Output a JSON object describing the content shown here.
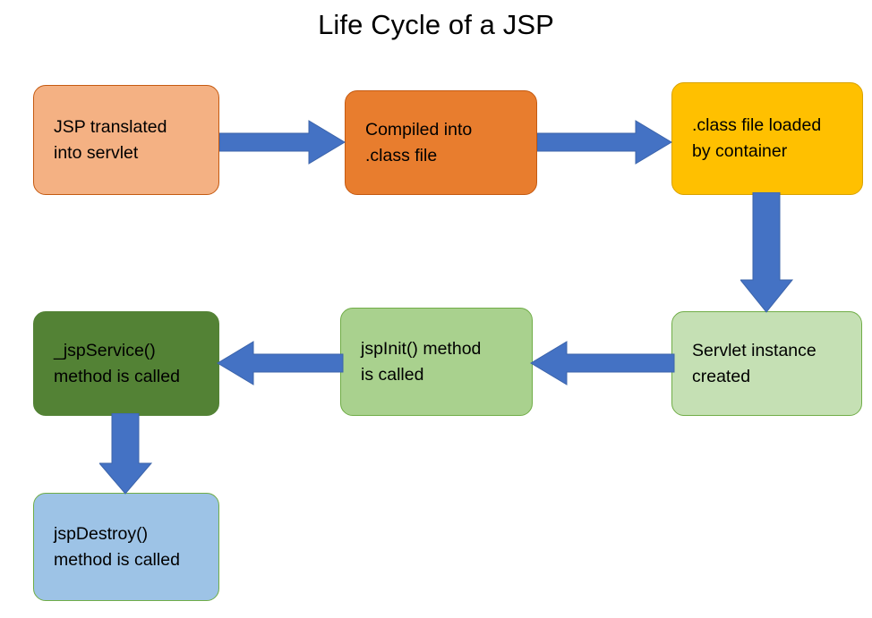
{
  "page": {
    "title": "Life Cycle of a JSP",
    "background_color": "#FFFFFF"
  },
  "palette": {
    "arrow_blue": "#4472C4",
    "arrow_blue_border": "#3C64AA",
    "salmon_fill": "#F4B183",
    "salmon_border": "#C55A11",
    "orange_fill": "#E87D2E",
    "orange_border": "#C55A11",
    "yellow_fill": "#FFC000",
    "yellow_border": "#D9A200",
    "pale_green_fill": "#C5E0B4",
    "pale_green_border": "#70AD47",
    "green_fill": "#A9D18E",
    "green_border": "#70AD47",
    "dark_green_fill": "#538235",
    "dark_green_border": "#538235",
    "blue_fill": "#9DC3E6",
    "blue_border": "#70AD47",
    "text_color": "#000000"
  },
  "diagram": {
    "type": "flowchart",
    "nodes": [
      {
        "id": "translate",
        "label": "JSP translated\ninto servlet",
        "fill": "#F4B183",
        "border": "#C55A11",
        "step": 1
      },
      {
        "id": "compile",
        "label": "Compiled into\n.class file",
        "fill": "#E87D2E",
        "border": "#C55A11",
        "step": 2
      },
      {
        "id": "load",
        "label": ".class file loaded\nby container",
        "fill": "#FFC000",
        "border": "#D9A200",
        "step": 3
      },
      {
        "id": "instance",
        "label": "Servlet instance\ncreated",
        "fill": "#C5E0B4",
        "border": "#70AD47",
        "step": 4
      },
      {
        "id": "init",
        "label": "jspInit() method\nis called",
        "fill": "#A9D18E",
        "border": "#70AD47",
        "step": 5
      },
      {
        "id": "service",
        "label": "_jspService()\nmethod is called",
        "fill": "#538235",
        "border": "#538235",
        "step": 6
      },
      {
        "id": "destroy",
        "label": "jspDestroy()\nmethod is called",
        "fill": "#9DC3E6",
        "border": "#70AD47",
        "step": 7
      }
    ],
    "edges": [
      {
        "from": "translate",
        "to": "compile",
        "direction": "right"
      },
      {
        "from": "compile",
        "to": "load",
        "direction": "right"
      },
      {
        "from": "load",
        "to": "instance",
        "direction": "down"
      },
      {
        "from": "instance",
        "to": "init",
        "direction": "left"
      },
      {
        "from": "init",
        "to": "service",
        "direction": "left"
      },
      {
        "from": "service",
        "to": "destroy",
        "direction": "down"
      }
    ]
  }
}
